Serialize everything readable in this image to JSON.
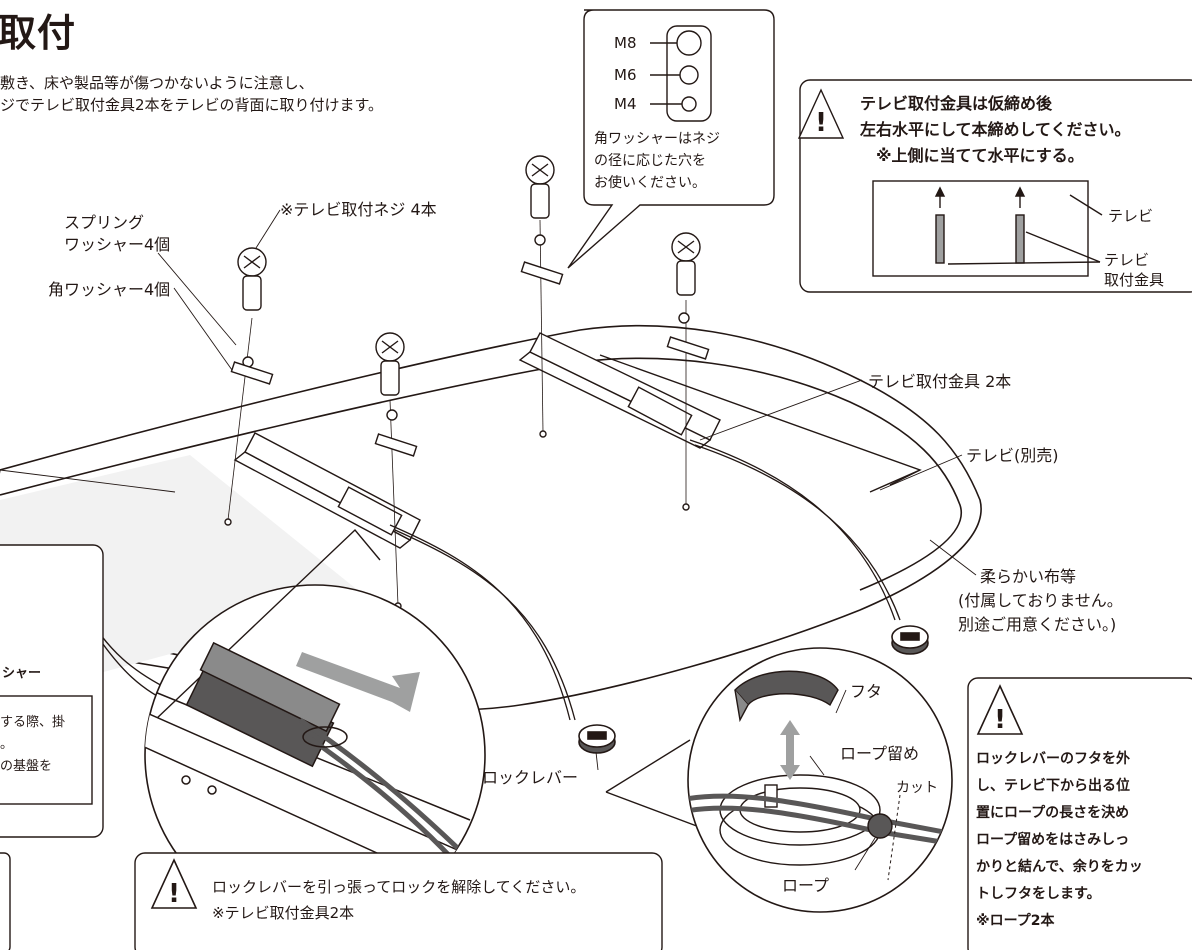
{
  "title": "取付",
  "intro": [
    "敷き、床や製品等が傷つかないように注意し、",
    "ジでテレビ取付金具2本をテレビの背面に取り付けます。"
  ],
  "hole_sizes": [
    "M8",
    "M6",
    "M4"
  ],
  "washer_note": [
    "角ワッシャーはネジ",
    "の径に応じた穴を",
    "お使いください。"
  ],
  "labels": {
    "spring_washer": [
      "スプリング",
      "ワッシャー4個"
    ],
    "screws": "※テレビ取付ネジ 4本",
    "square_washer": "角ワッシャー4個",
    "brackets": "テレビ取付金具 2本",
    "tv": "テレビ(別売)",
    "cloth": [
      "柔らかい布等",
      "(付属しておりません。",
      "別途ご用意ください。)"
    ],
    "lock_lever": "ロックレバー",
    "cap": "フタ",
    "rope_stopper": "ロープ留め",
    "cut": "カット",
    "rope": "ロープ"
  },
  "level_box": {
    "line1": "テレビ取付金具は仮締め後",
    "line2": "左右水平にして本締めしてください。",
    "line3": "※上側に当てて水平にする。",
    "tv": "テレビ",
    "bracket": [
      "テレビ",
      "取付金具"
    ]
  },
  "left_box": {
    "fragment": "シャー",
    "note_lines": [
      "する際、掛",
      "。",
      "の基盤を"
    ]
  },
  "unlock_box": {
    "line1": "ロックレバーを引っ張ってロックを解除してください。",
    "line2": "※テレビ取付金具2本"
  },
  "rope_box": {
    "lines": [
      "ロックレバーのフタを外",
      "し、テレビ下から出る位",
      "置にロープの長さを決め",
      "ロープ留めをはさみしっ",
      "かりと結んで、余りをカッ",
      "トしフタをします。",
      "※ロープ2本"
    ]
  }
}
